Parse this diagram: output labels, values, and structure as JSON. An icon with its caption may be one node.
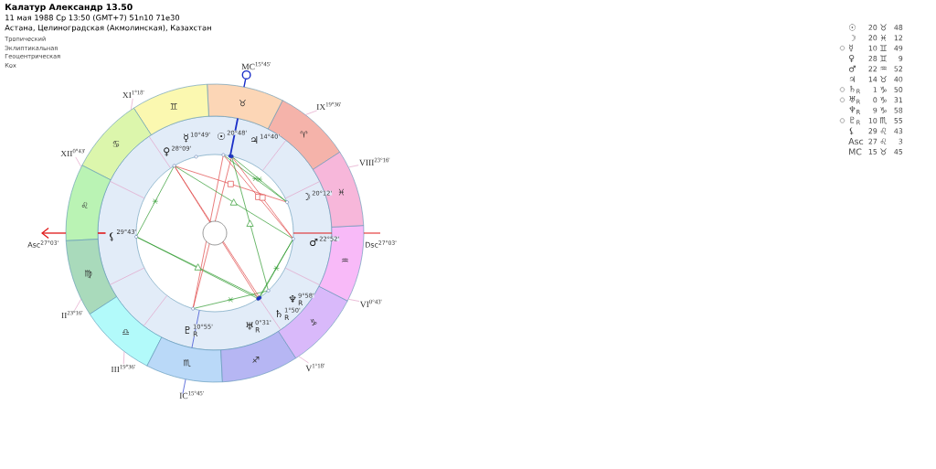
{
  "diagram": {
    "title": "Калатур Александр 13.50",
    "nodes": [
      {
        "text": [
          "♈"
        ]
      },
      {
        "text": [
          "♉"
        ]
      },
      {
        "text": [
          "♊"
        ]
      },
      {
        "text": [
          "♋"
        ]
      },
      {
        "text": [
          "♌"
        ]
      },
      {
        "text": [
          "♍"
        ]
      },
      {
        "text": [
          "♎"
        ]
      },
      {
        "text": [
          "♏"
        ]
      },
      {
        "text": [
          "♐"
        ]
      },
      {
        "text": [
          "♑"
        ]
      },
      {
        "text": [
          "♒"
        ]
      },
      {
        "text": [
          "♓"
        ]
      },
      {
        "text": [
          "XI$^{1°18'}$"
        ]
      },
      {
        "text": [
          "IX$^{19°36'}$"
        ]
      },
      {
        "text": [
          "XII$^{0°43'}$"
        ]
      },
      {
        "text": [
          "VIII$^{23°16'}$"
        ]
      },
      {
        "text": [
          "VI$^{0°43'}$"
        ]
      },
      {
        "text": [
          "II$^{23°16'}$"
        ]
      },
      {
        "text": [
          "III$^{19°36'}$"
        ]
      },
      {
        "text": [
          "V$^{1°18'}$"
        ]
      }
    ],
    "edges": [
      {
        "from": 12,
        "to": 3,
        "arrow": "none"
      },
      {
        "from": 13,
        "to": 0,
        "arrow": "none"
      },
      {
        "from": 14,
        "to": 4,
        "arrow": "none"
      },
      {
        "from": 15,
        "to": 11,
        "arrow": "none"
      },
      {
        "from": 16,
        "to": 10,
        "arrow": "none"
      },
      {
        "from": 17,
        "to": 5,
        "arrow": "none"
      },
      {
        "from": 18,
        "to": 6,
        "arrow": "none"
      },
      {
        "from": 19,
        "to": 9,
        "arrow": "none"
      }
    ],
    "labels": [
      "11 мая 1988 Ср 13:50 (GMT+7) 51n10 71e30",
      "Астана, Целиноградская (Акмолинская), Казахстан",
      "Тропический",
      "Эклиптикальная",
      "Геоцентрическая",
      "Кох",
      "MC$^{15°45'}$",
      "☿",
      "10°49'",
      "☉",
      "20°48'",
      "♃",
      "14°40'",
      "♀",
      "28°09'",
      "☽",
      "20°12'",
      "Asc$^{27°03'}$",
      "⚸",
      "29°43'",
      "♂",
      "22°52'",
      "Dsc$^{27°03'}$",
      "♆",
      "9°58'",
      "R",
      "♄",
      "1°50'",
      "R",
      "♇",
      "10°55'",
      "R",
      "♅",
      "0°31'",
      "R",
      "IC$^{15°45'}$",
      "☉",
      "20",
      "♉",
      "48",
      "☽",
      "20",
      "♓",
      "12",
      "☿",
      "10",
      "♊",
      "49",
      "♀",
      "28",
      "♊",
      "9",
      "♂",
      "22",
      "♒",
      "52",
      "♃",
      "14",
      "♉",
      "40",
      "♄$_{R}$",
      "1",
      "♑",
      "50",
      "♅$_{R}$",
      "0",
      "♑",
      "31",
      "♆$_{R}$",
      "9",
      "♑",
      "58",
      "♇$_{R}$",
      "10",
      "♏",
      "55",
      "⚸",
      "29",
      "♌",
      "43",
      "Asc",
      "27",
      "♌",
      "3",
      "MC",
      "15",
      "♉",
      "45"
    ]
  }
}
